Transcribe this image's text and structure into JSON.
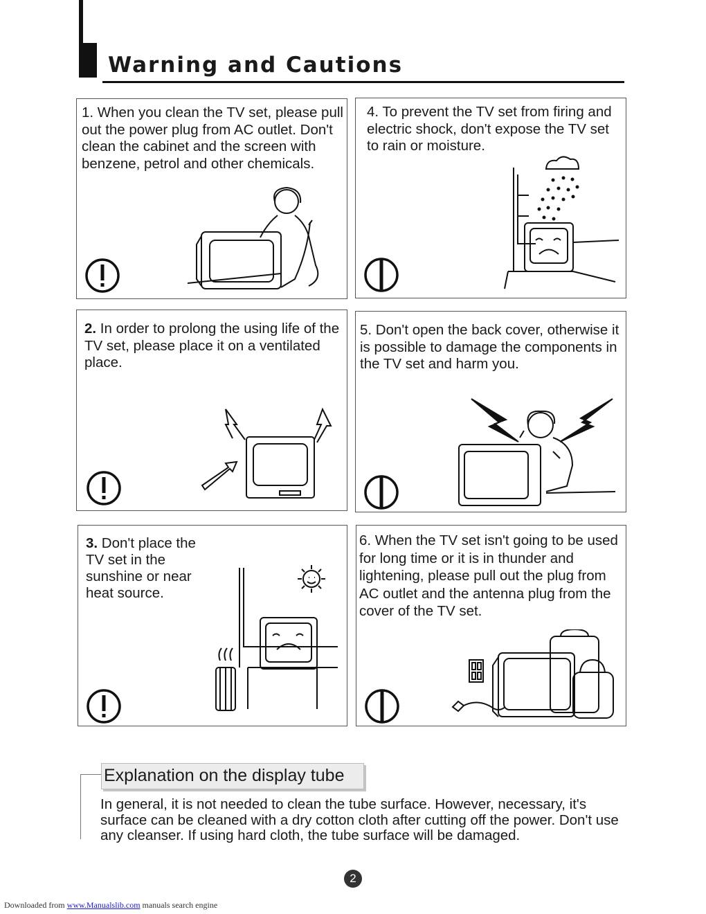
{
  "header": {
    "title": "Warning and Cautions"
  },
  "panels": {
    "p1": {
      "text": "1. When you clean the TV set, please pull out the power plug from AC outlet. Don't  clean the  cabinet and the screen  with benzene, petrol and other chemicals.",
      "icon": "exclamation-icon"
    },
    "p2": {
      "num": "2.",
      "text": " In order to prolong the using life of the TV set, please place it on a ventilated place.",
      "icon": "exclamation-icon"
    },
    "p3": {
      "num": "3.",
      "text": " Don't place the TV set in the sunshine or near heat source.",
      "icon": "exclamation-icon"
    },
    "p4": {
      "text": "4. To prevent the TV set from firing and electric shock, don't expose the TV set to rain or moisture.",
      "icon": "prohibition-icon"
    },
    "p5": {
      "text": "5. Don't open the back cover, otherwise it is possible to damage the components in the TV set and harm you.",
      "icon": "prohibition-icon"
    },
    "p6": {
      "text": "6. When the TV set isn't going to be used for long time or it is in thunder and lightening, please pull out the plug from AC outlet and the antenna plug from the cover of the TV set.",
      "icon": "prohibition-icon"
    }
  },
  "explanation": {
    "title": "Explanation on the display tube",
    "body": "In general, it is not needed to clean the tube surface. However, necessary, it's surface can be cleaned with a dry cotton cloth after cutting off the power. Don't use any cleanser. If using hard cloth, the tube surface will be damaged."
  },
  "page_number": "2",
  "footer": {
    "prefix": "Downloaded from ",
    "link": "www.Manualslib.com",
    "suffix": "  manuals search engine"
  }
}
